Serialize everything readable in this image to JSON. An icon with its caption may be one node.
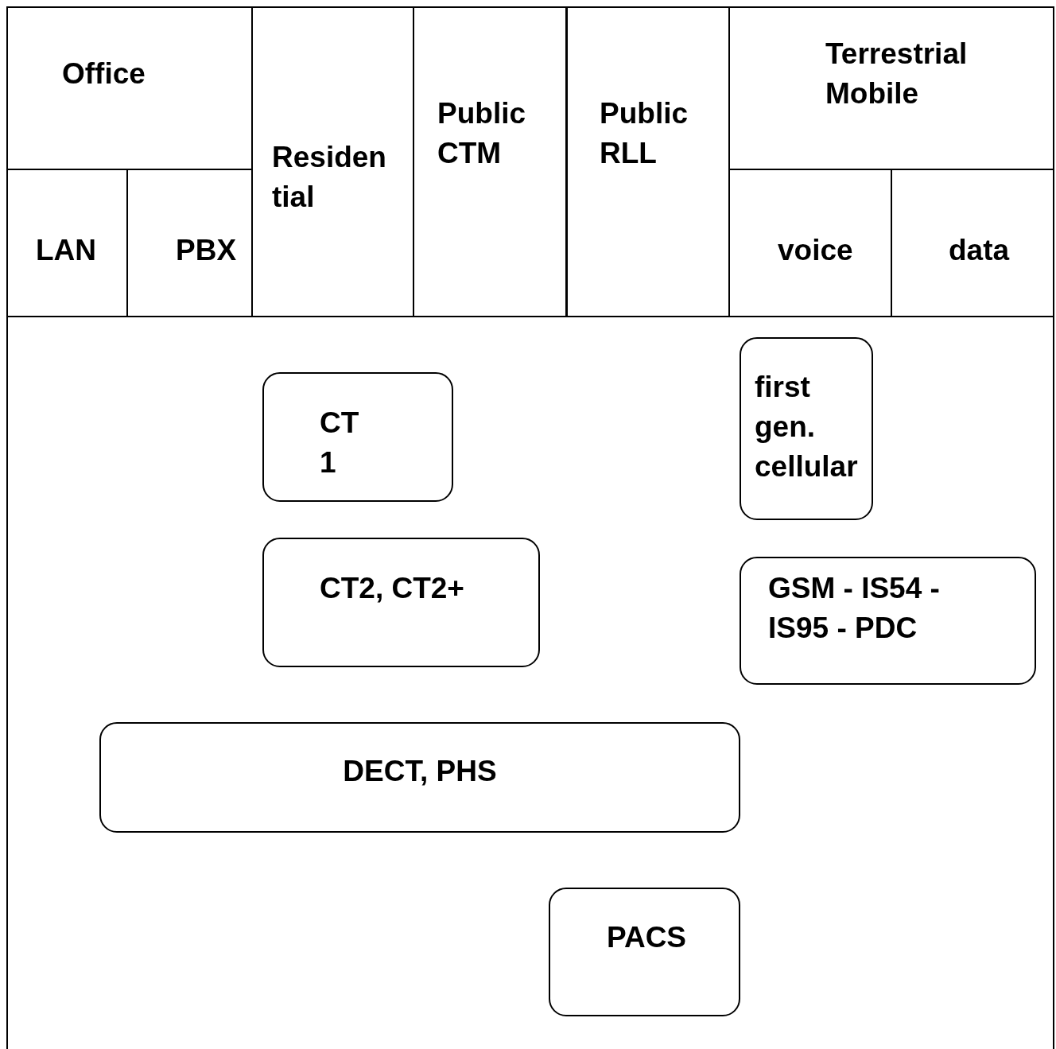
{
  "diagram": {
    "nodes": [
      {
        "text": [
          "Office"
        ]
      },
      {
        "text": [
          "Residen tial"
        ]
      },
      {
        "text": [
          "Public CTM"
        ]
      },
      {
        "text": [
          "Public RLL"
        ]
      },
      {
        "text": [
          "Terrestrial Mobile"
        ]
      },
      {
        "text": [
          "LAN"
        ]
      },
      {
        "text": [
          "PBX"
        ]
      },
      {
        "text": [
          "voice"
        ]
      },
      {
        "text": [
          "data"
        ]
      },
      {
        "text": [
          "CT 1"
        ]
      },
      {
        "text": [
          "first gen. cellular"
        ]
      },
      {
        "text": [
          "CT2, CT2+"
        ]
      },
      {
        "text": [
          "GSM - IS54 - IS95 - PDC"
        ]
      },
      {
        "text": [
          "DECT, PHS"
        ]
      },
      {
        "text": [
          "PACS"
        ]
      }
    ],
    "edges": []
  }
}
